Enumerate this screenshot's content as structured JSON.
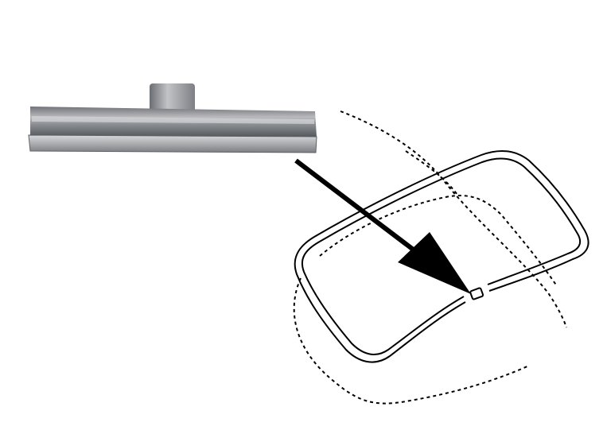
{
  "colors": {
    "background": "#ffffff",
    "metal_light": "#c9cbcd",
    "metal_mid": "#8d9094",
    "metal_dark": "#4a4d52",
    "line": "#000000"
  },
  "figure": {
    "items": [
      {
        "name": "metal-clip",
        "kind": "photo"
      },
      {
        "name": "arrow",
        "kind": "pointer"
      },
      {
        "name": "window-seal-outline",
        "kind": "line-drawing"
      },
      {
        "name": "body-panel-dotted-outline",
        "kind": "dashed-line-drawing"
      }
    ]
  }
}
